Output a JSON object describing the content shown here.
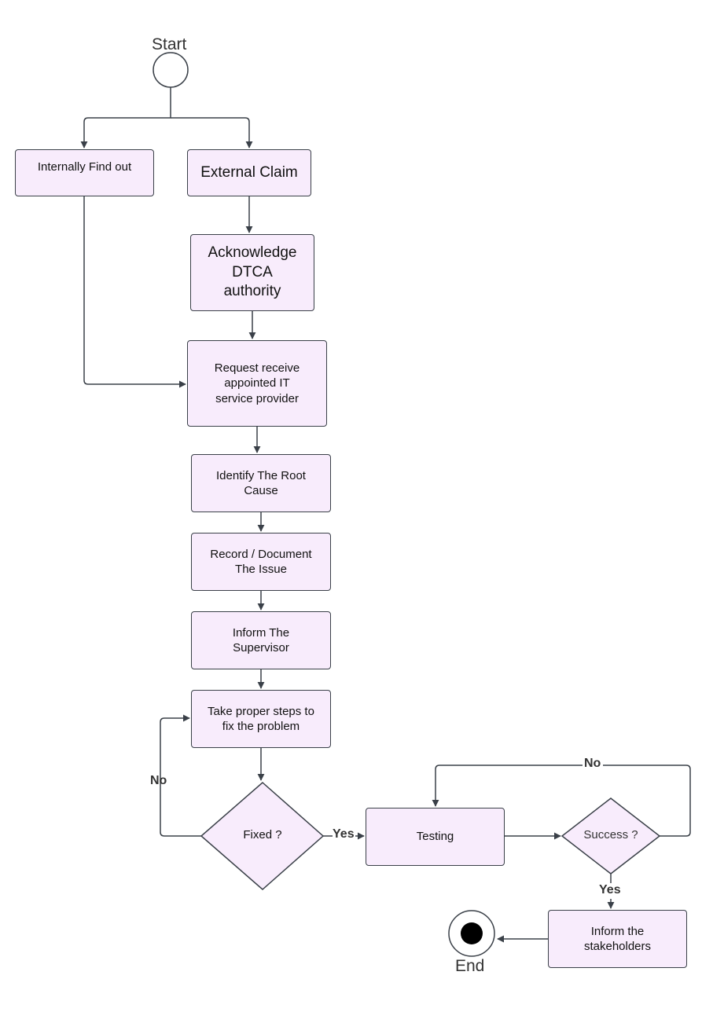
{
  "start_label": "Start",
  "end_label": "End",
  "nodes": {
    "internal": "Internally Find out",
    "external": "External Claim",
    "acknowledge": "Acknowledge\nDTCA\nauthority",
    "request": "Request receive\nappointed IT\nservice provider",
    "root_cause": "Identify The Root\nCause",
    "record": "Record / Document\nThe Issue",
    "inform_supervisor": "Inform The\nSupervisor",
    "fix_steps": "Take proper steps to\nfix the problem",
    "fixed_decision": "Fixed ?",
    "testing": "Testing",
    "success_decision": "Success ?",
    "inform_stakeholders": "Inform the\nstakeholders"
  },
  "edge_labels": {
    "fixed_no": "No",
    "fixed_yes": "Yes",
    "success_no": "No",
    "success_yes": "Yes"
  },
  "colors": {
    "node_fill": "#f8ecfc",
    "stroke": "#3a4048",
    "end_fill": "#000000"
  }
}
